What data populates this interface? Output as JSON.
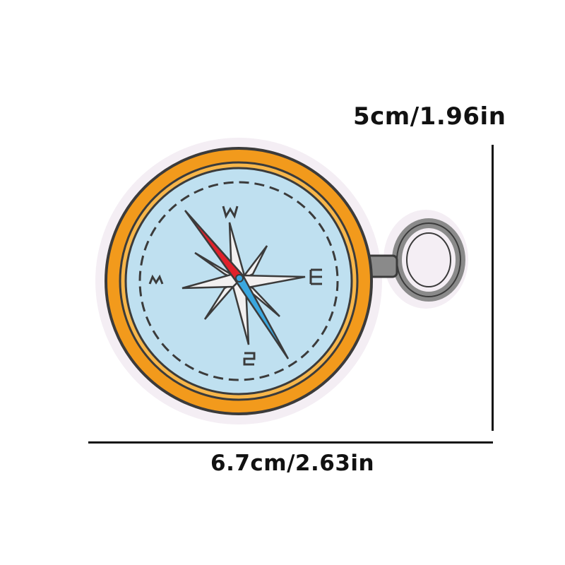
{
  "dimensions": {
    "height_label": "5cm/1.96in",
    "width_label": "6.7cm/2.63in"
  },
  "patch": {
    "subject": "embroidered compass patch",
    "colors": {
      "border": "#f4eef4",
      "rim_orange": "#f29a1c",
      "rim_outline": "#3b3b3b",
      "dial": "#bfe0f0",
      "needle_north": "#e0212b",
      "needle_south": "#3aa7df",
      "star_points": "#f2f0f0",
      "ring_gray": "#8a8a8a"
    }
  }
}
